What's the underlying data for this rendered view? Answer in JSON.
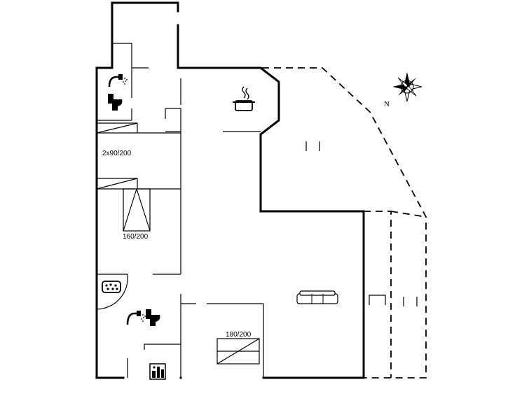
{
  "rooms": [
    {
      "label": "2x90/200"
    },
    {
      "label": "160/200"
    },
    {
      "label": "180/200"
    }
  ],
  "compass": {
    "north_label": "N"
  },
  "icons": [
    "shower-icon",
    "toilet-icon",
    "stove-pot-icon",
    "sofa-icon",
    "whirlpool-icon",
    "sauna-icon",
    "compass-rose-icon"
  ],
  "colors": {
    "line": "#000000",
    "background": "#ffffff"
  }
}
